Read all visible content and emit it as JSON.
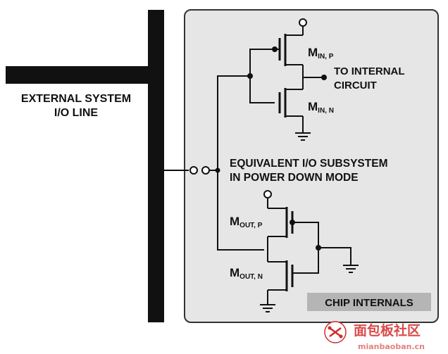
{
  "labels": {
    "external_line_1": "EXTERNAL SYSTEM",
    "external_line_2": "I/O LINE",
    "to_internal_1": "TO INTERNAL",
    "to_internal_2": "CIRCUIT",
    "subsystem_1": "EQUIVALENT I/O SUBSYSTEM",
    "subsystem_2": "IN POWER DOWN MODE",
    "chip_internals": "CHIP INTERNALS"
  },
  "transistors": {
    "min_p": {
      "main": "M",
      "sub": "IN, P"
    },
    "min_n": {
      "main": "M",
      "sub": "IN, N"
    },
    "mout_p": {
      "main": "M",
      "sub": "OUT, P"
    },
    "mout_n": {
      "main": "M",
      "sub": "OUT, N"
    }
  },
  "watermark": {
    "cn": "面包板社区",
    "url": "mianbaoban.cn"
  },
  "colors": {
    "ink": "#111111",
    "chip_fill": "#e6e6e6",
    "chip_border": "#333333",
    "label_box": "#b5b5b5",
    "watermark": "#d42a2a"
  }
}
